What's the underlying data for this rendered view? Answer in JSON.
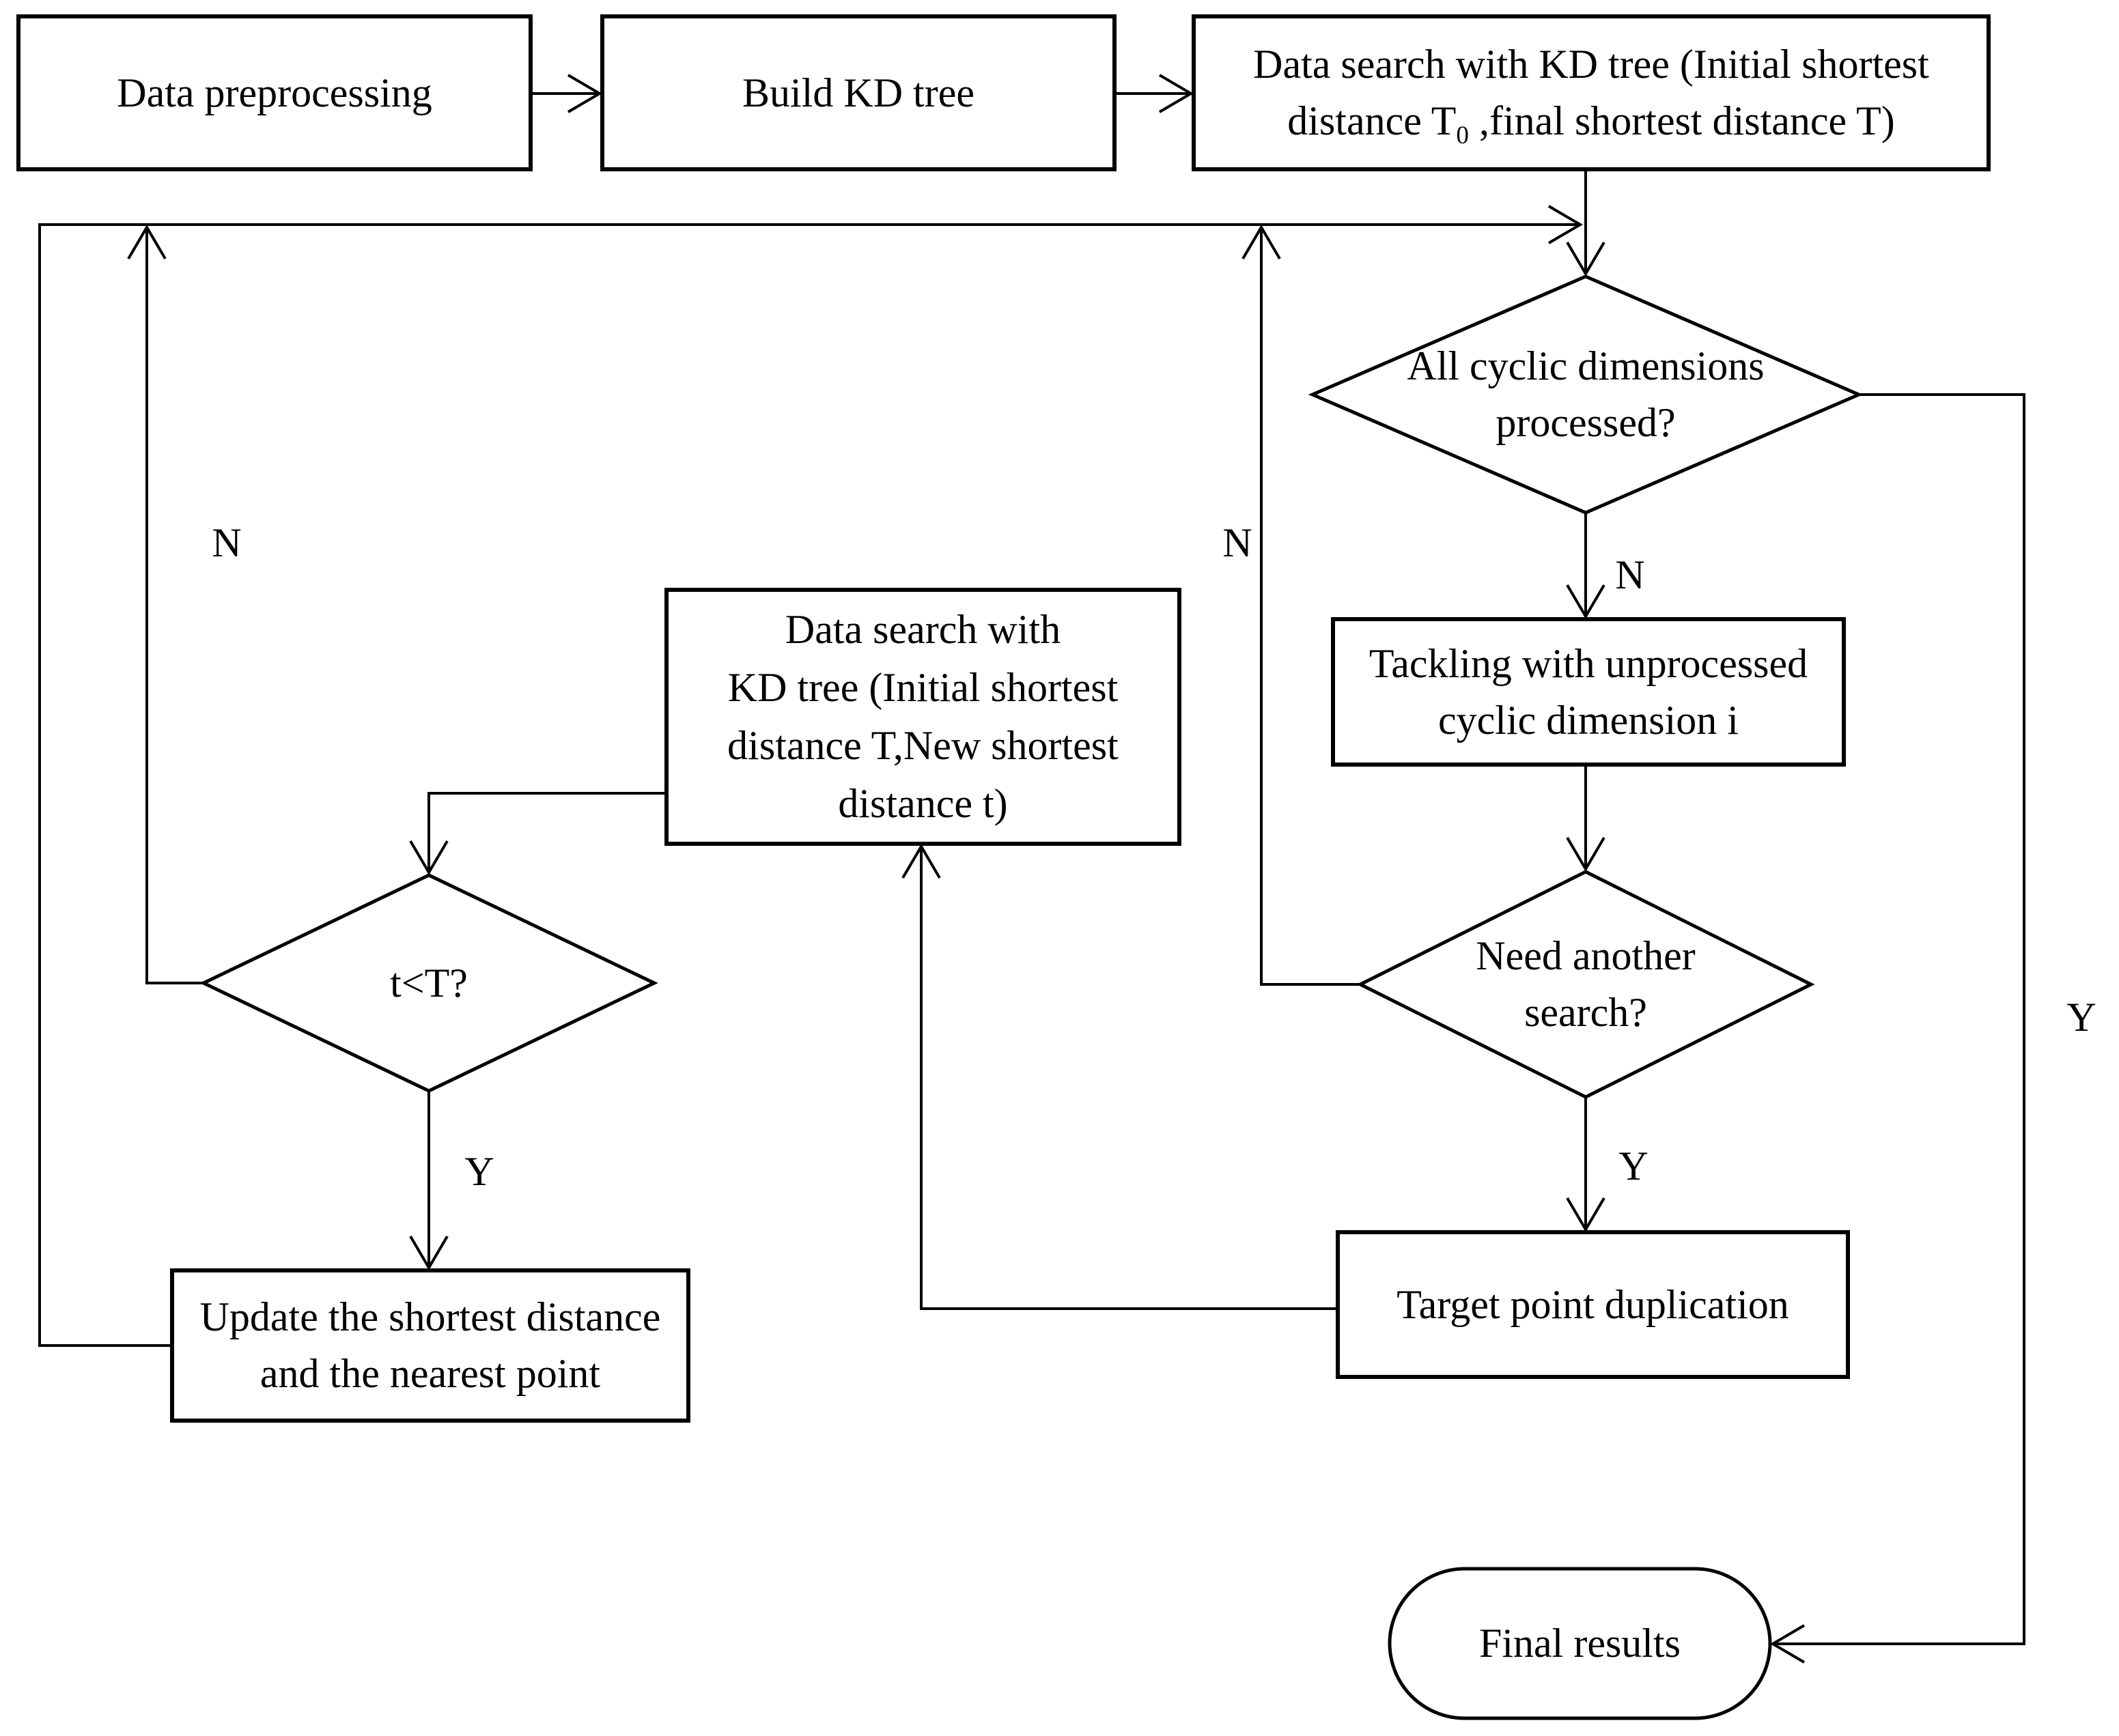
{
  "diagram": {
    "background": "#ffffff",
    "stroke_color": "#000000",
    "nodes": {
      "data_preprocessing": {
        "label": "Data preprocessing"
      },
      "build_kd_tree": {
        "label": "Build KD tree"
      },
      "data_search_initial": {
        "line1": "Data search with KD tree (Initial shortest",
        "line2_pre": "distance T",
        "line2_sub": "0",
        "line2_post": " ,final shortest distance T)"
      },
      "all_cyclic_processed": {
        "line1": "All cyclic dimensions",
        "line2": "processed?"
      },
      "tackling_unprocessed": {
        "line1": "Tackling with unprocessed",
        "line2": "cyclic dimension i"
      },
      "need_another_search": {
        "line1": "Need another",
        "line2": "search?"
      },
      "target_point_duplication": {
        "label": "Target point duplication"
      },
      "data_search_new": {
        "line1": "Data search with",
        "line2": "KD tree (Initial shortest",
        "line3": "distance T,New shortest",
        "line4": "distance t)"
      },
      "t_less_than_T": {
        "label": "t<T?"
      },
      "update_shortest": {
        "line1": "Update the shortest distance",
        "line2": "and the nearest point"
      },
      "final_results": {
        "label": "Final results"
      }
    },
    "edge_labels": {
      "n_from_t_less_than_T": "N",
      "n_from_need_another_search": "N",
      "n_from_all_cyclic": "N",
      "y_from_need_another_search": "Y",
      "y_from_t_less_than_T": "Y",
      "y_from_all_cyclic": "Y"
    }
  }
}
